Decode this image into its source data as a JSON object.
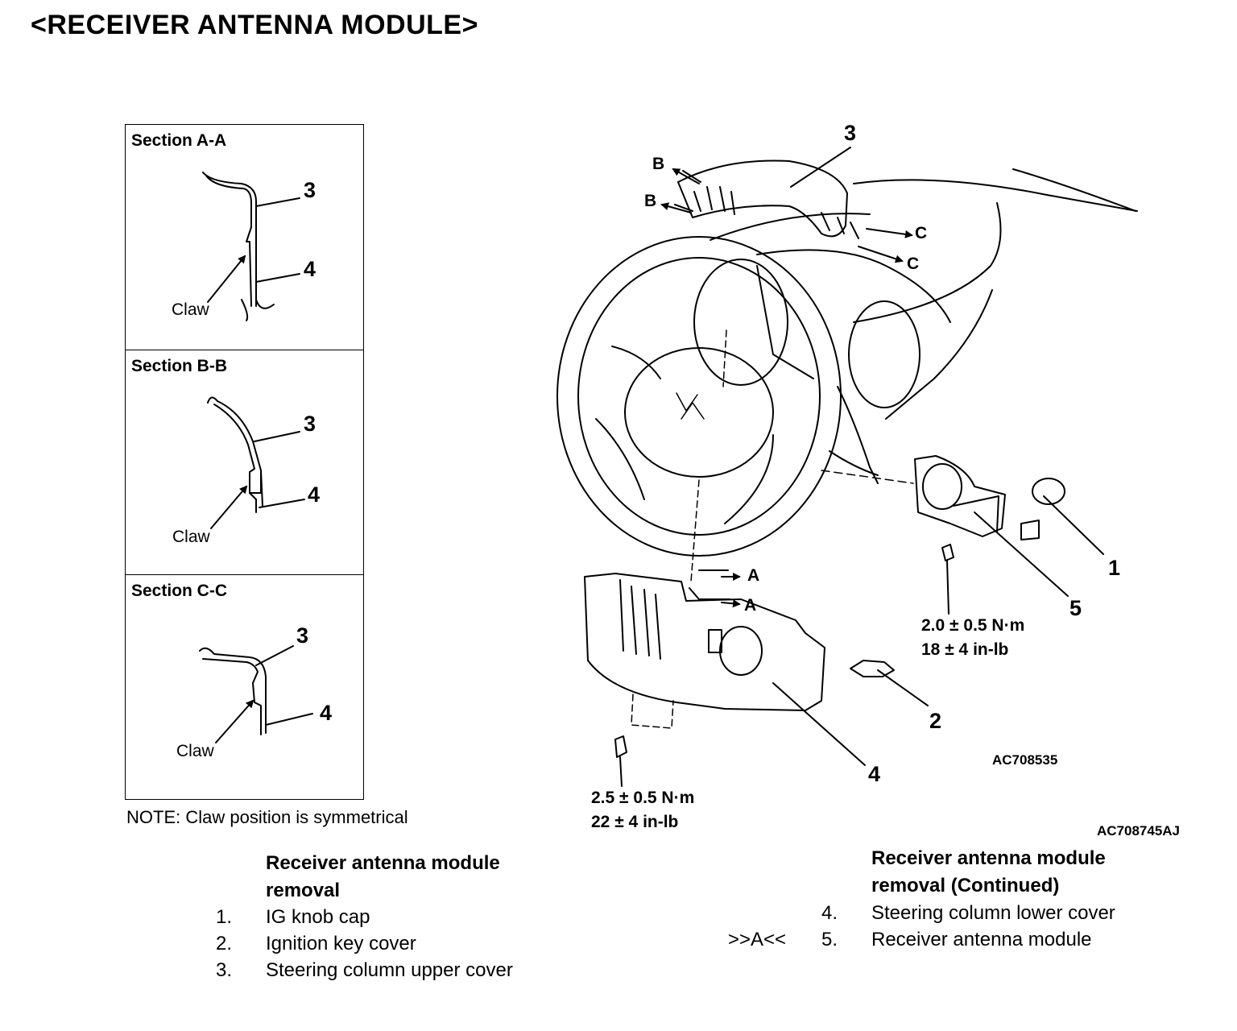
{
  "title": "<RECEIVER ANTENNA MODULE>",
  "sections": [
    {
      "title": "Section A-A",
      "top_label": "3",
      "bottom_label": "4",
      "claw_label": "Claw"
    },
    {
      "title": "Section B-B",
      "top_label": "3",
      "bottom_label": "4",
      "claw_label": "Claw"
    },
    {
      "title": "Section C-C",
      "top_label": "3",
      "bottom_label": "4",
      "claw_label": "Claw"
    }
  ],
  "note": "NOTE: Claw position is symmetrical",
  "diagram": {
    "callouts": {
      "item1": "1",
      "item2": "2",
      "item3": "3",
      "item4": "4",
      "item5": "5"
    },
    "section_markers": {
      "b_upper": "B",
      "b_lower": "B",
      "c_upper": "C",
      "c_lower": "C",
      "a_upper": "A",
      "a_lower": "A"
    },
    "torque_module": {
      "metric": "2.0 ± 0.5 N·m",
      "imperial": "18 ± 4 in-lb"
    },
    "torque_lower_cover": {
      "metric": "2.5 ± 0.5 N·m",
      "imperial": "22 ± 4 in-lb"
    },
    "inner_code": "AC708535",
    "figure_code": "AC708745AJ"
  },
  "removal_list": {
    "heading_line1": "Receiver antenna module",
    "heading_line2": "removal",
    "items": [
      {
        "num": "1.",
        "text": "IG knob cap"
      },
      {
        "num": "2.",
        "text": "Ignition key cover"
      },
      {
        "num": "3.",
        "text": "Steering column upper cover"
      }
    ]
  },
  "removal_list_cont": {
    "heading_line1": "Receiver antenna module",
    "heading_line2": "removal (Continued)",
    "items": [
      {
        "num": "4.",
        "text": "Steering column lower cover",
        "marker": ""
      },
      {
        "num": "5.",
        "text": "Receiver antenna module",
        "marker": ">>A<<"
      }
    ]
  }
}
